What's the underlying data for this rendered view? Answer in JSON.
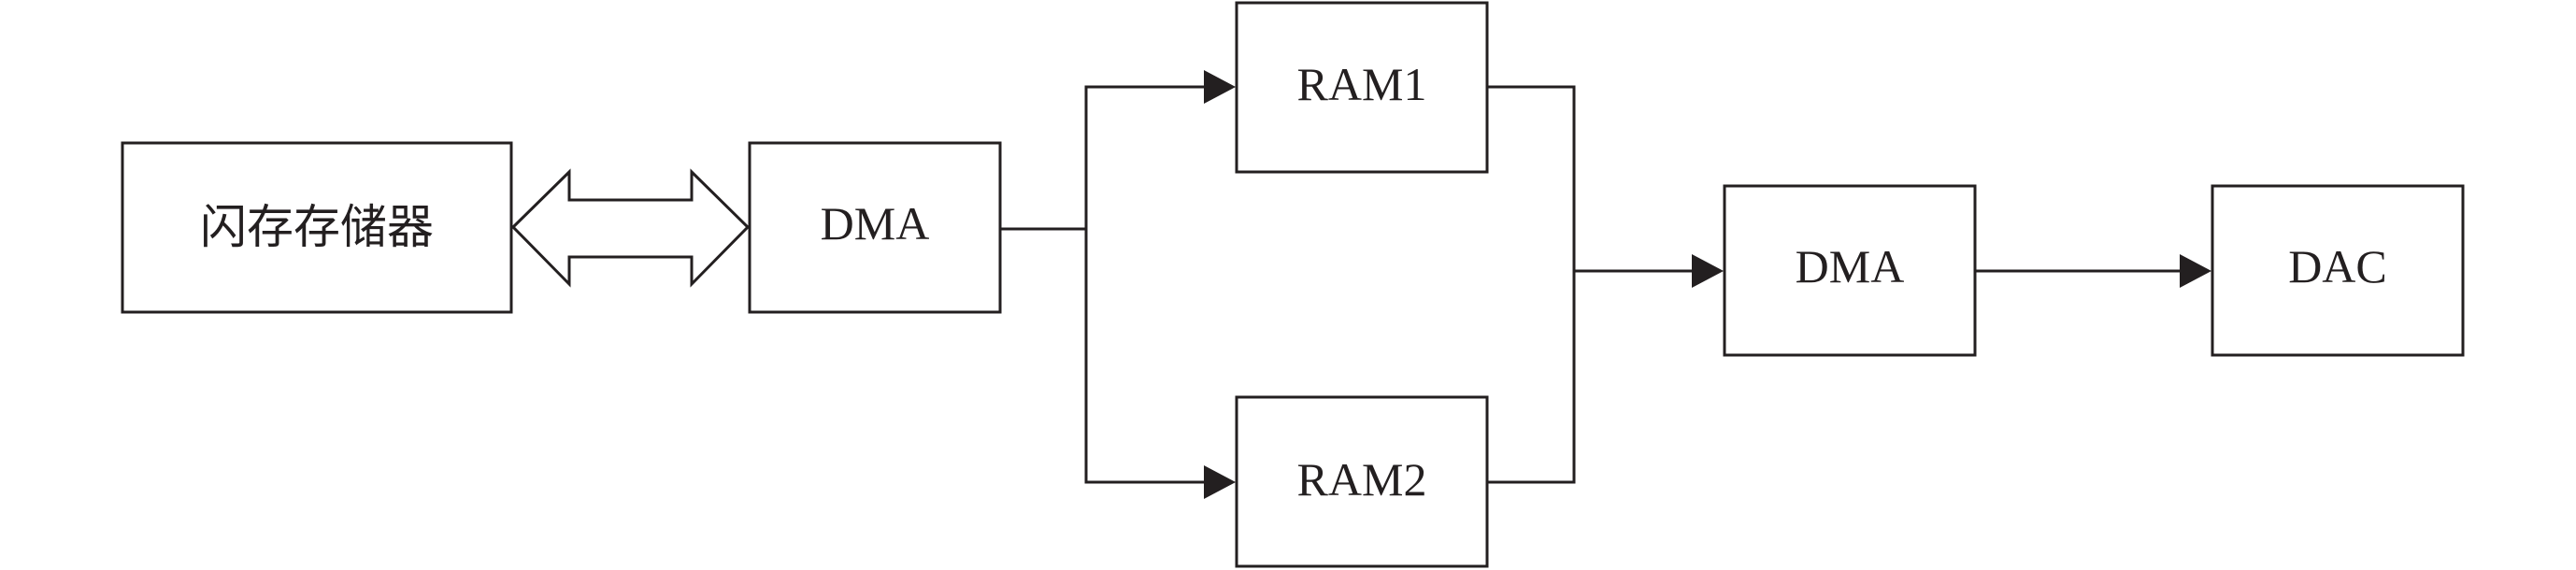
{
  "diagram": {
    "nodes": {
      "flash": {
        "label": "闪存存储器"
      },
      "dma_in": {
        "label": "DMA"
      },
      "ram1": {
        "label": "RAM1"
      },
      "ram2": {
        "label": "RAM2"
      },
      "dma_out": {
        "label": "DMA"
      },
      "dac": {
        "label": "DAC"
      }
    },
    "edges": [
      {
        "from": "flash",
        "to": "dma_in",
        "type": "bidirectional"
      },
      {
        "from": "dma_in",
        "to": "ram1",
        "type": "directed"
      },
      {
        "from": "dma_in",
        "to": "ram2",
        "type": "directed"
      },
      {
        "from": "ram1",
        "to": "dma_out",
        "type": "directed"
      },
      {
        "from": "ram2",
        "to": "dma_out",
        "type": "directed"
      },
      {
        "from": "dma_out",
        "to": "dac",
        "type": "directed"
      }
    ],
    "colors": {
      "stroke": "#231f20",
      "fill": "#ffffff"
    }
  }
}
